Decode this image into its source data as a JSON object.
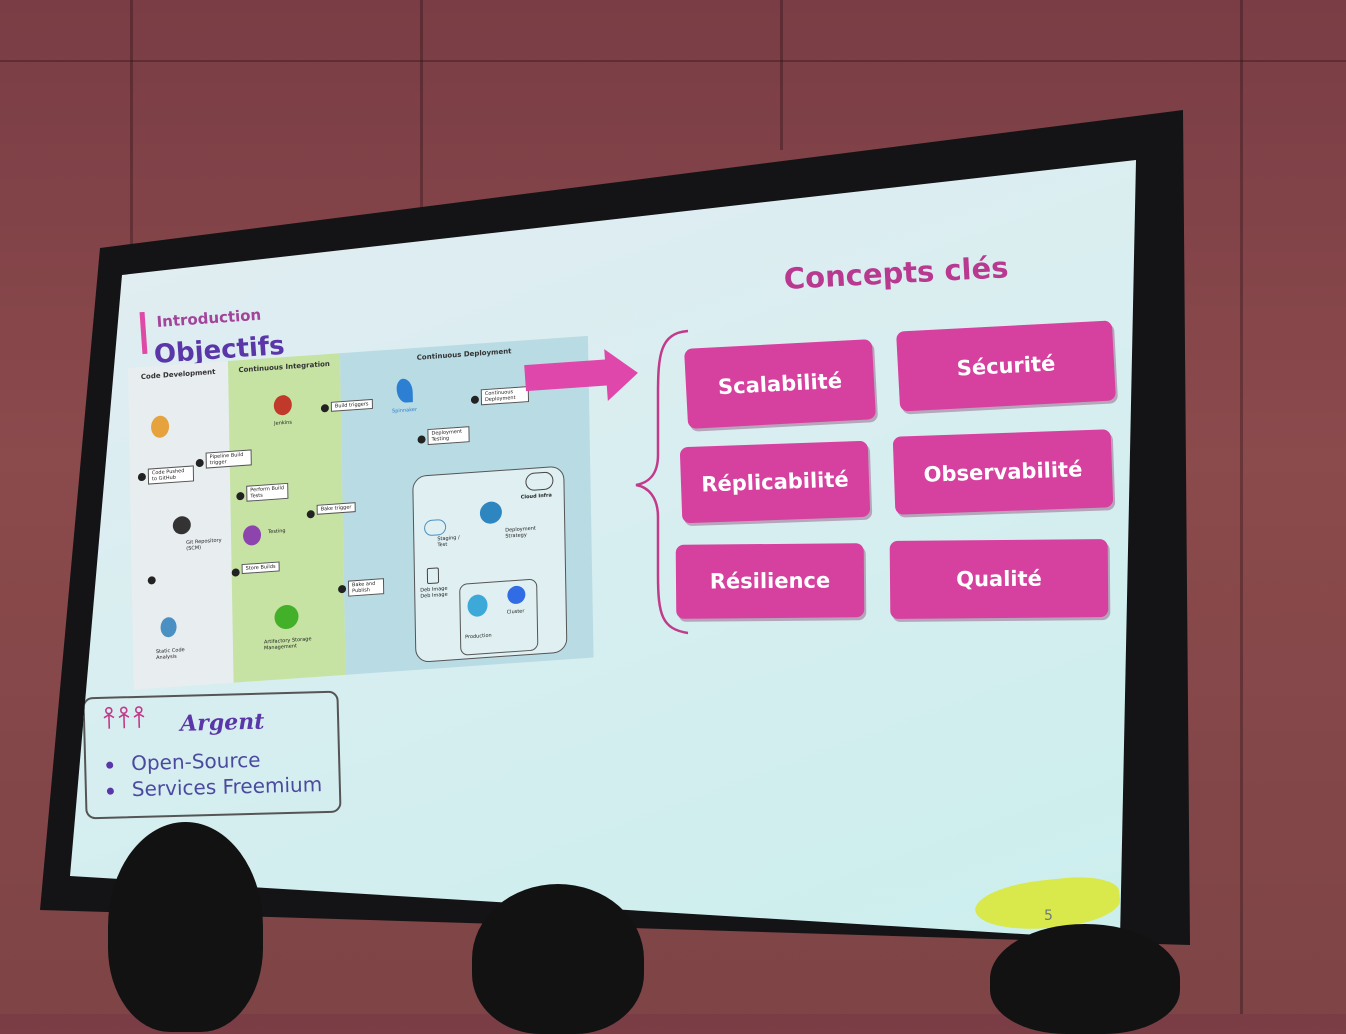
{
  "slide": {
    "section": "Introduction",
    "title": "Objectifs",
    "page_number": "5"
  },
  "diagram": {
    "lanes": [
      "Code Development",
      "Continuous Integration",
      "Continuous Deployment"
    ],
    "nodes": {
      "jenkins": "Jenkins",
      "build_triggers": "Build triggers",
      "spinnaker": "Spinnaker",
      "continuous_deployment": "Continuous Deployment",
      "code_push": "Code Pushed to GitHub",
      "pipeline_trigger": "Pipeline Build trigger",
      "perform_build": "Perform Build Tests",
      "deployment_testing": "Deployment Testing",
      "git_repo": "Git Repository (SCM)",
      "testing": "Testing",
      "bake_trigger": "Bake trigger",
      "store_builds": "Store Builds",
      "bake_publish": "Bake and Publish",
      "static_code": "Static Code Analysis",
      "artifactory": "Artifactory Storage Management",
      "cloud_infra": "Cloud Infra",
      "staging": "Staging / Test",
      "deployment_strategy": "Deployment Strategy",
      "deb_image": "Deb Image Deb Image",
      "production": "Production",
      "cluster": "Cluster"
    }
  },
  "concepts": {
    "title": "Concepts clés",
    "items": [
      "Scalabilité",
      "Sécurité",
      "Réplicabilité",
      "Observabilité",
      "Résilience",
      "Qualité"
    ]
  },
  "money": {
    "title": "Argent",
    "items": [
      "Open-Source",
      "Services Freemium"
    ]
  },
  "colors": {
    "accent_pink": "#d6409f",
    "title_purple": "#5a36a8",
    "ci_lane": "#c6e3a4",
    "cd_lane": "#b9dbe3"
  }
}
